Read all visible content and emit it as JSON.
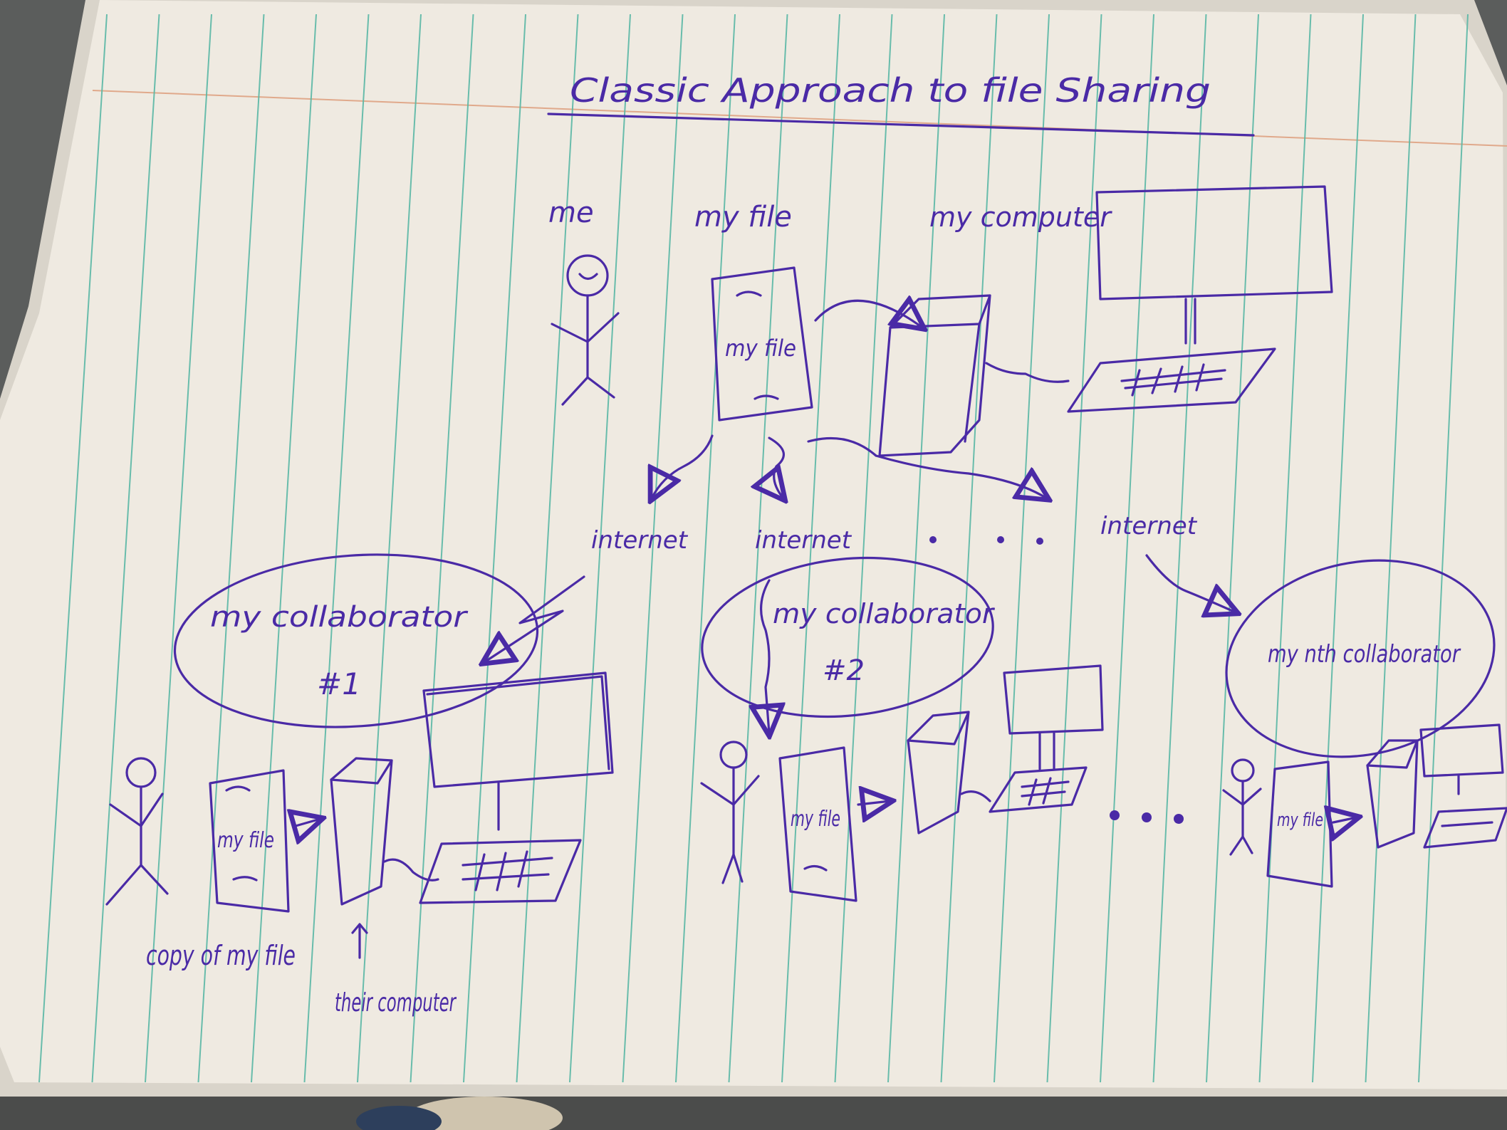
{
  "diagram": {
    "title": "Classic Approach to file Sharing",
    "colors": {
      "ink": "#4a2aa6",
      "paper": "#efeae1",
      "rule_lines": "#5ab8a6",
      "margin_line": "#e0a98b",
      "background": "#5b5d5c"
    },
    "top_row": {
      "me_label": "me",
      "file_label": "my file",
      "computer_label": "my computer",
      "file_doc_text": "my file"
    },
    "internet_labels": [
      "internet",
      "internet",
      "internet"
    ],
    "collaborators": [
      {
        "bubble_label": "my collaborator",
        "bubble_number": "#1",
        "file_doc_text": "my file",
        "file_caption": "copy of my file",
        "computer_caption": "their computer"
      },
      {
        "bubble_label": "my collaborator",
        "bubble_number": "#2",
        "file_doc_text": "my file"
      },
      {
        "bubble_label": "my nth collaborator",
        "file_doc_text": "my file"
      }
    ]
  }
}
